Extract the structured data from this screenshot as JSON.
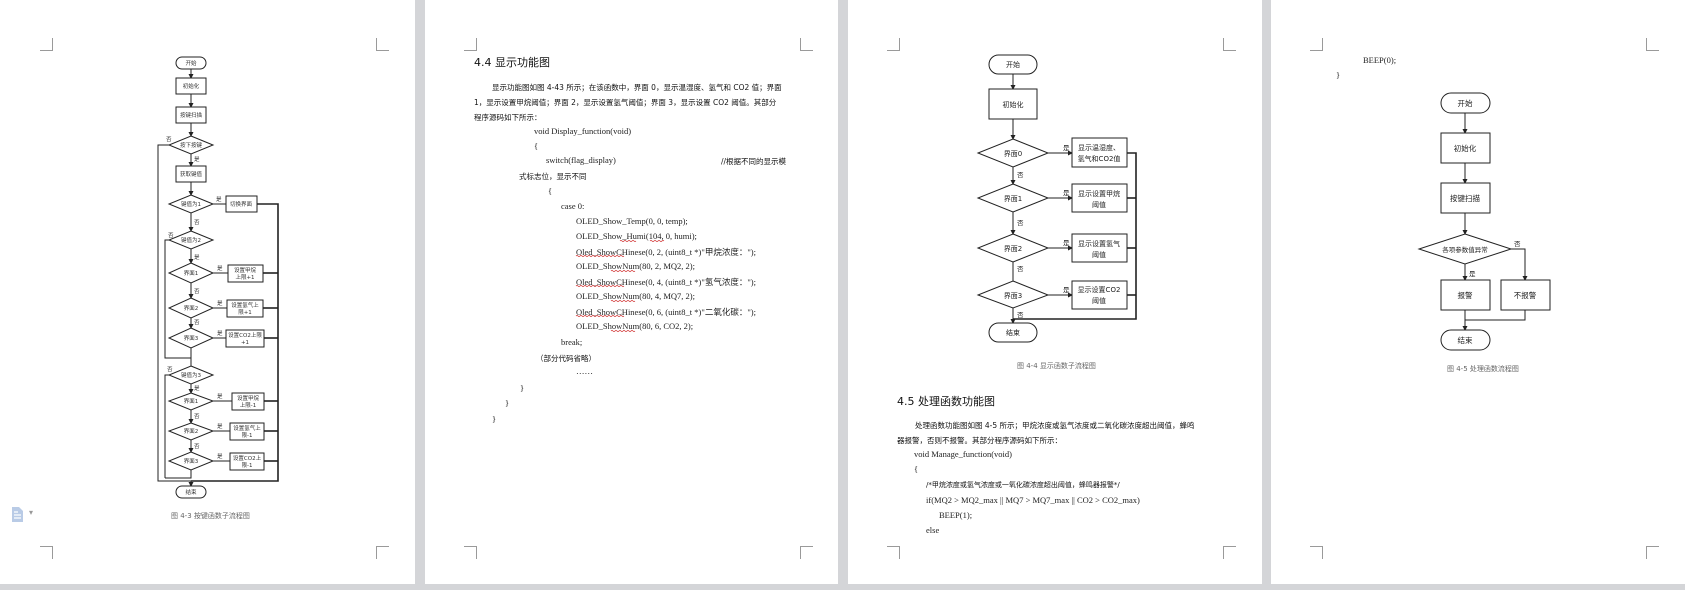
{
  "pages": [
    {
      "flowchart": {
        "start": "开始",
        "init": "初始化",
        "scan": "按键扫描",
        "pressed": "按下按键",
        "read": "获取键值",
        "key1": "键值为1",
        "switch_ui": "切换界面",
        "key2": "键值为2",
        "key3": "键值为3",
        "ui1": "界面1",
        "ui2": "界面2",
        "ui3": "界面3",
        "inc1_a": "设置甲烷",
        "inc1_b": "上限+1",
        "inc2_a": "设置氢气上",
        "inc2_b": "限+1",
        "inc3_a": "设置CO2上限",
        "inc3_b": "+1",
        "dec1_a": "设置甲烷",
        "dec1_b": "上限-1",
        "dec2_a": "设置氢气上",
        "dec2_b": "限-1",
        "dec3_a": "设置CO2上",
        "dec3_b": "限-1",
        "end": "结束",
        "yes": "是",
        "no": "否"
      },
      "caption": "图 4-3   按键函数子流程图"
    },
    {
      "heading": "4.4  显示功能图",
      "paragraph": [
        "显示功能图如图 4-43 所示；在该函数中，界面 0，显示温湿度、氢气和 CO2 值；界面",
        "1，显示设置甲烷阈值；界面 2，显示设置氢气阈值；界面 3，显示设置 CO2 阈值。其部分",
        "程序源码如下所示："
      ],
      "code": [
        "void Display_function(void)",
        "{",
        "switch(flag_display)",
        "//根据不同的显示模",
        "式标志位，显示不同",
        "{",
        "case 0:",
        "OLED_Show_Temp(0, 0, temp);",
        "OLED_Show_Humi(104, 0, humi);",
        "Oled_ShowCHinese(0, 2, (uint8_t *)\"甲烷浓度：\");",
        "OLED_ShowNum(80, 2, MQ2, 2);",
        "Oled_ShowCHinese(0, 4, (uint8_t *)\"氢气浓度：\");",
        "OLED_ShowNum(80, 4, MQ7, 2);",
        "Oled_ShowCHinese(0, 6, (uint8_t *)\"二氧化碳：\");",
        "OLED_ShowNum(80, 6, CO2, 2);",
        "break;",
        "（部分代码省略）",
        "……",
        "}",
        "}",
        "}"
      ]
    },
    {
      "flowchart": {
        "start": "开始",
        "init": "初始化",
        "ui0": "界面0",
        "ui1": "界面1",
        "ui2": "界面2",
        "ui3": "界面3",
        "box0_a": "显示温湿度、",
        "box0_b": "氢气和CO2值",
        "box1_a": "显示设置甲烷",
        "box1_b": "阈值",
        "box2_a": "显示设置氢气",
        "box2_b": "阈值",
        "box3_a": "显示设置CO2",
        "box3_b": "阈值",
        "end": "结束",
        "yes": "是",
        "no": "否"
      },
      "caption": "图 4-4   显示函数子流程图",
      "heading": "4.5 处理函数功能图",
      "paragraph": [
        "处理函数功能图如图 4-5 所示；甲烷浓度或氢气浓度或二氧化碳浓度超出阈值，蜂鸣",
        "器报警，否则不报警。其部分程序源码如下所示："
      ],
      "code": [
        "void Manage_function(void)",
        "{",
        "/*甲烷浓度或氢气浓度或一氧化碳浓度超出阈值，蜂鸣器报警*/",
        "if(MQ2 > MQ2_max || MQ7 > MQ7_max || CO2 > CO2_max)",
        "BEEP(1);",
        "else"
      ]
    },
    {
      "code": [
        "BEEP(0);",
        "}"
      ],
      "flowchart": {
        "start": "开始",
        "init": "初始化",
        "scan": "按键扫描",
        "check": "各项参数值异常",
        "alarm": "报警",
        "no_alarm": "不报警",
        "end": "结束",
        "yes": "是",
        "no": "否"
      },
      "caption": "图 4-5 处理函数流程图"
    }
  ],
  "icons": {
    "doc_icon": "document-icon",
    "dropdown": "▾"
  },
  "colors": {
    "background": "#d4d5d8",
    "page": "#ffffff",
    "spell_underline": "#d03030"
  }
}
